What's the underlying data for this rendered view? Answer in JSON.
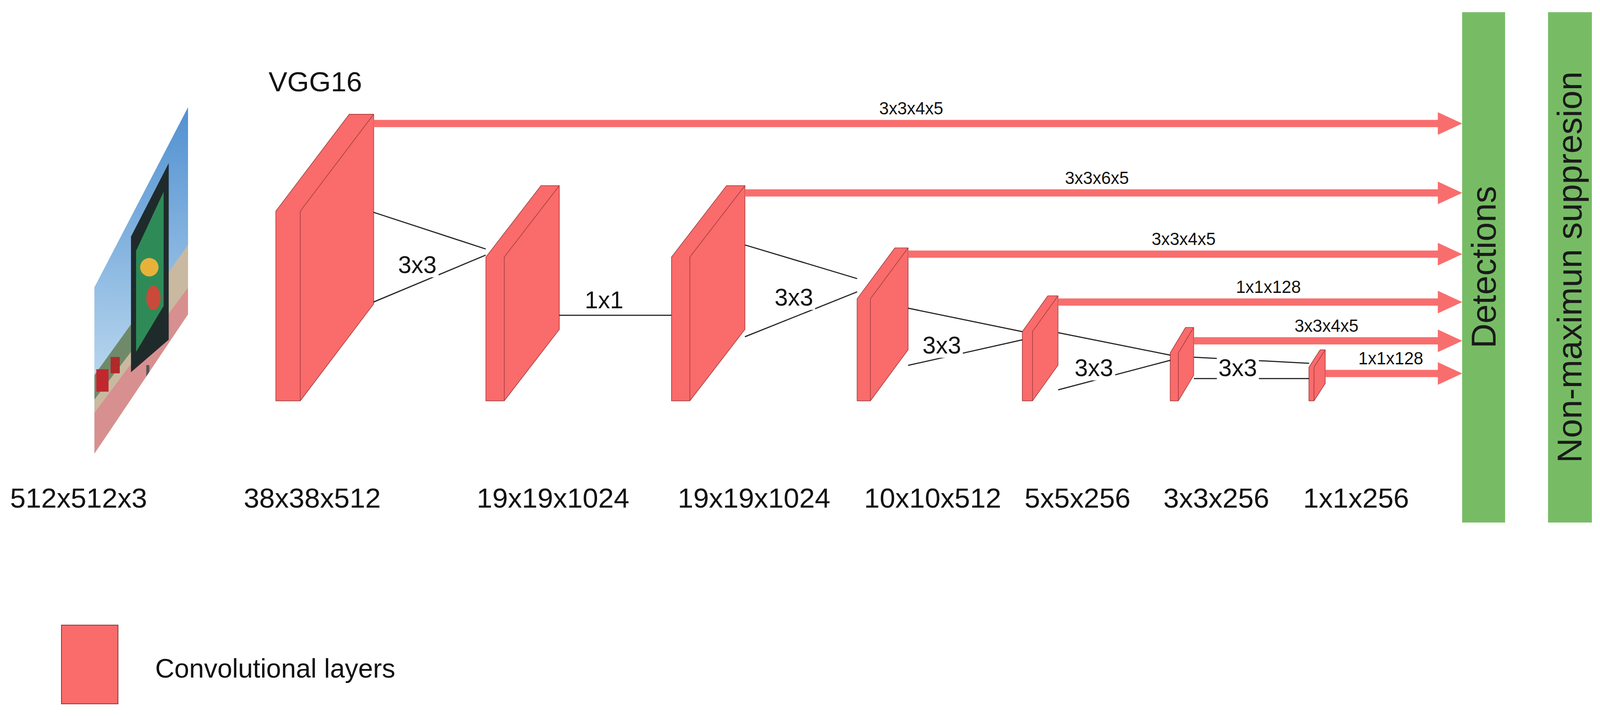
{
  "diagram": {
    "nodes": [
      {
        "text": [
          "512x512x3"
        ]
      },
      {
        "text": [
          "VGG16",
          "38x38x512"
        ]
      },
      {
        "text": [
          "19x19x1024"
        ]
      },
      {
        "text": [
          "19x19x1024"
        ]
      },
      {
        "text": [
          "10x10x512"
        ]
      },
      {
        "text": [
          "5x5x256"
        ]
      },
      {
        "text": [
          "3x3x256"
        ]
      },
      {
        "text": [
          "1x1x256"
        ]
      },
      {
        "text": [
          "Detections"
        ]
      },
      {
        "text": [
          "Non-maximun suppresion"
        ]
      }
    ],
    "edges": [
      {
        "from": 1,
        "to": 2,
        "arrow": "none",
        "label": "3x3"
      },
      {
        "from": 1,
        "to": 8,
        "arrow": "to",
        "label": "3x3x4x5"
      },
      {
        "from": 2,
        "to": 3,
        "arrow": "none",
        "label": "1x1"
      },
      {
        "from": 3,
        "to": 4,
        "arrow": "none",
        "label": "3x3"
      },
      {
        "from": 3,
        "to": 8,
        "arrow": "to",
        "label": "3x3x6x5"
      },
      {
        "from": 4,
        "to": 5,
        "arrow": "none",
        "label": "3x3"
      },
      {
        "from": 4,
        "to": 8,
        "arrow": "to",
        "label": "3x3x4x5"
      },
      {
        "from": 5,
        "to": 6,
        "arrow": "none",
        "label": "3x3"
      },
      {
        "from": 5,
        "to": 8,
        "arrow": "to",
        "label": "1x1x128"
      },
      {
        "from": 6,
        "to": 7,
        "arrow": "none",
        "label": "3x3"
      },
      {
        "from": 6,
        "to": 8,
        "arrow": "to",
        "label": "3x3x4x5"
      },
      {
        "from": 7,
        "to": 8,
        "arrow": "to",
        "label": "1x1x128"
      }
    ],
    "legend": [
      {
        "text": "Convolutional layers",
        "color": "#fa6b6b"
      }
    ]
  }
}
